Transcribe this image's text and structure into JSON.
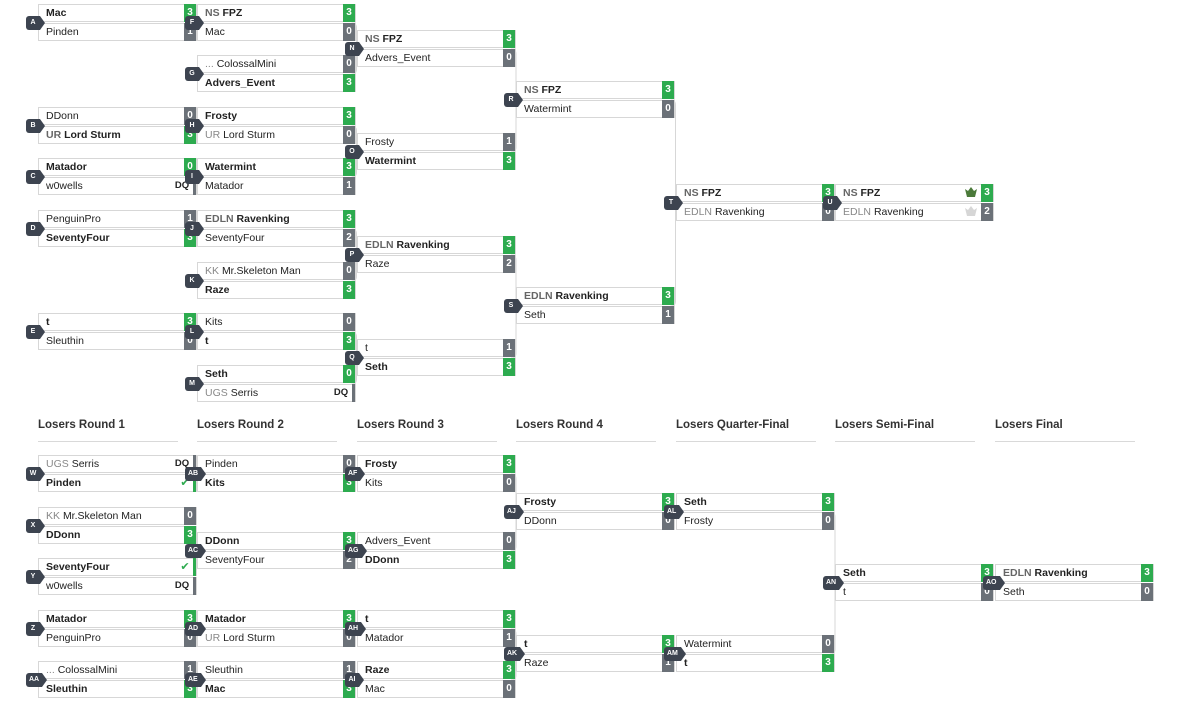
{
  "round_titles": [
    "Losers Round 1",
    "Losers Round 2",
    "Losers Round 3",
    "Losers Round 4",
    "Losers Quarter-Final",
    "Losers Semi-Final",
    "Losers Final"
  ],
  "matches": [
    {
      "id": "A",
      "p": [
        {
          "pre": "",
          "name": "Mac",
          "score": "3",
          "win": true
        },
        {
          "pre": "",
          "name": "Pinden",
          "score": "1",
          "win": false
        }
      ]
    },
    {
      "id": "B",
      "p": [
        {
          "pre": "",
          "name": "DDonn",
          "score": "0",
          "win": false
        },
        {
          "pre": "UR",
          "name": "Lord Sturm",
          "score": "3",
          "win": true
        }
      ]
    },
    {
      "id": "C",
      "p": [
        {
          "pre": "",
          "name": "Matador",
          "score": "0",
          "win": true,
          "badge": "win"
        },
        {
          "pre": "",
          "name": "w0wells",
          "score": "DQ",
          "win": false,
          "badge": "dq"
        }
      ]
    },
    {
      "id": "D",
      "p": [
        {
          "pre": "",
          "name": "PenguinPro",
          "score": "1",
          "win": false
        },
        {
          "pre": "",
          "name": "SeventyFour",
          "score": "3",
          "win": true
        }
      ]
    },
    {
      "id": "E",
      "p": [
        {
          "pre": "",
          "name": "t",
          "score": "3",
          "win": true
        },
        {
          "pre": "",
          "name": "Sleuthin",
          "score": "0",
          "win": false
        }
      ]
    },
    {
      "id": "F",
      "p": [
        {
          "pre": "NS",
          "name": "FPZ",
          "score": "3",
          "win": true
        },
        {
          "pre": "",
          "name": "Mac",
          "score": "0",
          "win": false
        }
      ]
    },
    {
      "id": "G",
      "p": [
        {
          "pre": "...",
          "name": "ColossalMini",
          "score": "0",
          "win": false
        },
        {
          "pre": "",
          "name": "Advers_Event",
          "score": "3",
          "win": true
        }
      ]
    },
    {
      "id": "H",
      "p": [
        {
          "pre": "",
          "name": "Frosty",
          "score": "3",
          "win": true
        },
        {
          "pre": "UR",
          "name": "Lord Sturm",
          "score": "0",
          "win": false
        }
      ]
    },
    {
      "id": "I",
      "p": [
        {
          "pre": "",
          "name": "Watermint",
          "score": "3",
          "win": true
        },
        {
          "pre": "",
          "name": "Matador",
          "score": "1",
          "win": false
        }
      ]
    },
    {
      "id": "J",
      "p": [
        {
          "pre": "EDLN",
          "name": "Ravenking",
          "score": "3",
          "win": true
        },
        {
          "pre": "",
          "name": "SeventyFour",
          "score": "2",
          "win": false
        }
      ]
    },
    {
      "id": "K",
      "p": [
        {
          "pre": "KK",
          "name": "Mr.Skeleton Man",
          "score": "0",
          "win": false
        },
        {
          "pre": "",
          "name": "Raze",
          "score": "3",
          "win": true
        }
      ]
    },
    {
      "id": "L",
      "p": [
        {
          "pre": "",
          "name": "Kits",
          "score": "0",
          "win": false
        },
        {
          "pre": "",
          "name": "t",
          "score": "3",
          "win": true
        }
      ]
    },
    {
      "id": "M",
      "p": [
        {
          "pre": "",
          "name": "Seth",
          "score": "0",
          "win": true
        },
        {
          "pre": "UGS",
          "name": "Serris",
          "score": "DQ",
          "win": false,
          "badge": "dq"
        }
      ]
    },
    {
      "id": "N",
      "p": [
        {
          "pre": "NS",
          "name": "FPZ",
          "score": "3",
          "win": true
        },
        {
          "pre": "",
          "name": "Advers_Event",
          "score": "0",
          "win": false
        }
      ]
    },
    {
      "id": "O",
      "p": [
        {
          "pre": "",
          "name": "Frosty",
          "score": "1",
          "win": false
        },
        {
          "pre": "",
          "name": "Watermint",
          "score": "3",
          "win": true
        }
      ]
    },
    {
      "id": "P",
      "p": [
        {
          "pre": "EDLN",
          "name": "Ravenking",
          "score": "3",
          "win": true
        },
        {
          "pre": "",
          "name": "Raze",
          "score": "2",
          "win": false
        }
      ]
    },
    {
      "id": "Q",
      "p": [
        {
          "pre": "",
          "name": "t",
          "score": "1",
          "win": false
        },
        {
          "pre": "",
          "name": "Seth",
          "score": "3",
          "win": true
        }
      ]
    },
    {
      "id": "R",
      "p": [
        {
          "pre": "NS",
          "name": "FPZ",
          "score": "3",
          "win": true
        },
        {
          "pre": "",
          "name": "Watermint",
          "score": "0",
          "win": false
        }
      ]
    },
    {
      "id": "S",
      "p": [
        {
          "pre": "EDLN",
          "name": "Ravenking",
          "score": "3",
          "win": true
        },
        {
          "pre": "",
          "name": "Seth",
          "score": "1",
          "win": false
        }
      ]
    },
    {
      "id": "T",
      "p": [
        {
          "pre": "NS",
          "name": "FPZ",
          "score": "3",
          "win": true
        },
        {
          "pre": "EDLN",
          "name": "Ravenking",
          "score": "0",
          "win": false
        }
      ]
    },
    {
      "id": "U",
      "p": [
        {
          "pre": "NS",
          "name": "FPZ",
          "score": "3",
          "win": true,
          "logo": true
        },
        {
          "pre": "EDLN",
          "name": "Ravenking",
          "score": "2",
          "win": false,
          "logo": true
        }
      ]
    },
    {
      "id": "W",
      "p": [
        {
          "pre": "UGS",
          "name": "Serris",
          "score": "DQ",
          "win": false,
          "badge": "dq"
        },
        {
          "pre": "",
          "name": "Pinden",
          "score": "✔",
          "win": true,
          "badge": "check"
        }
      ]
    },
    {
      "id": "X",
      "p": [
        {
          "pre": "KK",
          "name": "Mr.Skeleton Man",
          "score": "0",
          "win": false
        },
        {
          "pre": "",
          "name": "DDonn",
          "score": "3",
          "win": true
        }
      ]
    },
    {
      "id": "Y",
      "p": [
        {
          "pre": "",
          "name": "SeventyFour",
          "score": "✔",
          "win": true,
          "badge": "check"
        },
        {
          "pre": "",
          "name": "w0wells",
          "score": "DQ",
          "win": false,
          "badge": "dq"
        }
      ]
    },
    {
      "id": "Z",
      "p": [
        {
          "pre": "",
          "name": "Matador",
          "score": "3",
          "win": true
        },
        {
          "pre": "",
          "name": "PenguinPro",
          "score": "0",
          "win": false
        }
      ]
    },
    {
      "id": "AA",
      "p": [
        {
          "pre": "...",
          "name": "ColossalMini",
          "score": "1",
          "win": false
        },
        {
          "pre": "",
          "name": "Sleuthin",
          "score": "3",
          "win": true
        }
      ]
    },
    {
      "id": "AB",
      "p": [
        {
          "pre": "",
          "name": "Pinden",
          "score": "0",
          "win": false
        },
        {
          "pre": "",
          "name": "Kits",
          "score": "3",
          "win": true
        }
      ]
    },
    {
      "id": "AC",
      "p": [
        {
          "pre": "",
          "name": "DDonn",
          "score": "3",
          "win": true
        },
        {
          "pre": "",
          "name": "SeventyFour",
          "score": "2",
          "win": false
        }
      ]
    },
    {
      "id": "AD",
      "p": [
        {
          "pre": "",
          "name": "Matador",
          "score": "3",
          "win": true
        },
        {
          "pre": "UR",
          "name": "Lord Sturm",
          "score": "0",
          "win": false
        }
      ]
    },
    {
      "id": "AE",
      "p": [
        {
          "pre": "",
          "name": "Sleuthin",
          "score": "1",
          "win": false
        },
        {
          "pre": "",
          "name": "Mac",
          "score": "3",
          "win": true
        }
      ]
    },
    {
      "id": "AF",
      "p": [
        {
          "pre": "",
          "name": "Frosty",
          "score": "3",
          "win": true
        },
        {
          "pre": "",
          "name": "Kits",
          "score": "0",
          "win": false
        }
      ]
    },
    {
      "id": "AG",
      "p": [
        {
          "pre": "",
          "name": "Advers_Event",
          "score": "0",
          "win": false
        },
        {
          "pre": "",
          "name": "DDonn",
          "score": "3",
          "win": true
        }
      ]
    },
    {
      "id": "AH",
      "p": [
        {
          "pre": "",
          "name": "t",
          "score": "3",
          "win": true
        },
        {
          "pre": "",
          "name": "Matador",
          "score": "1",
          "win": false
        }
      ]
    },
    {
      "id": "AI",
      "p": [
        {
          "pre": "",
          "name": "Raze",
          "score": "3",
          "win": true
        },
        {
          "pre": "",
          "name": "Mac",
          "score": "0",
          "win": false
        }
      ]
    },
    {
      "id": "AJ",
      "p": [
        {
          "pre": "",
          "name": "Frosty",
          "score": "3",
          "win": true
        },
        {
          "pre": "",
          "name": "DDonn",
          "score": "0",
          "win": false
        }
      ]
    },
    {
      "id": "AK",
      "p": [
        {
          "pre": "",
          "name": "t",
          "score": "3",
          "win": true
        },
        {
          "pre": "",
          "name": "Raze",
          "score": "1",
          "win": false
        }
      ]
    },
    {
      "id": "AL",
      "p": [
        {
          "pre": "",
          "name": "Seth",
          "score": "3",
          "win": true
        },
        {
          "pre": "",
          "name": "Frosty",
          "score": "0",
          "win": false
        }
      ]
    },
    {
      "id": "AM",
      "p": [
        {
          "pre": "",
          "name": "Watermint",
          "score": "0",
          "win": false
        },
        {
          "pre": "",
          "name": "t",
          "score": "3",
          "win": true
        }
      ]
    },
    {
      "id": "AN",
      "p": [
        {
          "pre": "",
          "name": "Seth",
          "score": "3",
          "win": true
        },
        {
          "pre": "",
          "name": "t",
          "score": "0",
          "win": false
        }
      ]
    },
    {
      "id": "AO",
      "p": [
        {
          "pre": "EDLN",
          "name": "Ravenking",
          "score": "3",
          "win": true
        },
        {
          "pre": "",
          "name": "Seth",
          "score": "0",
          "win": false
        }
      ]
    }
  ],
  "colors": {
    "win": "#2dab4f",
    "loss": "#6b7178",
    "tag": "#3d4450",
    "line": "#d7d7d7"
  }
}
